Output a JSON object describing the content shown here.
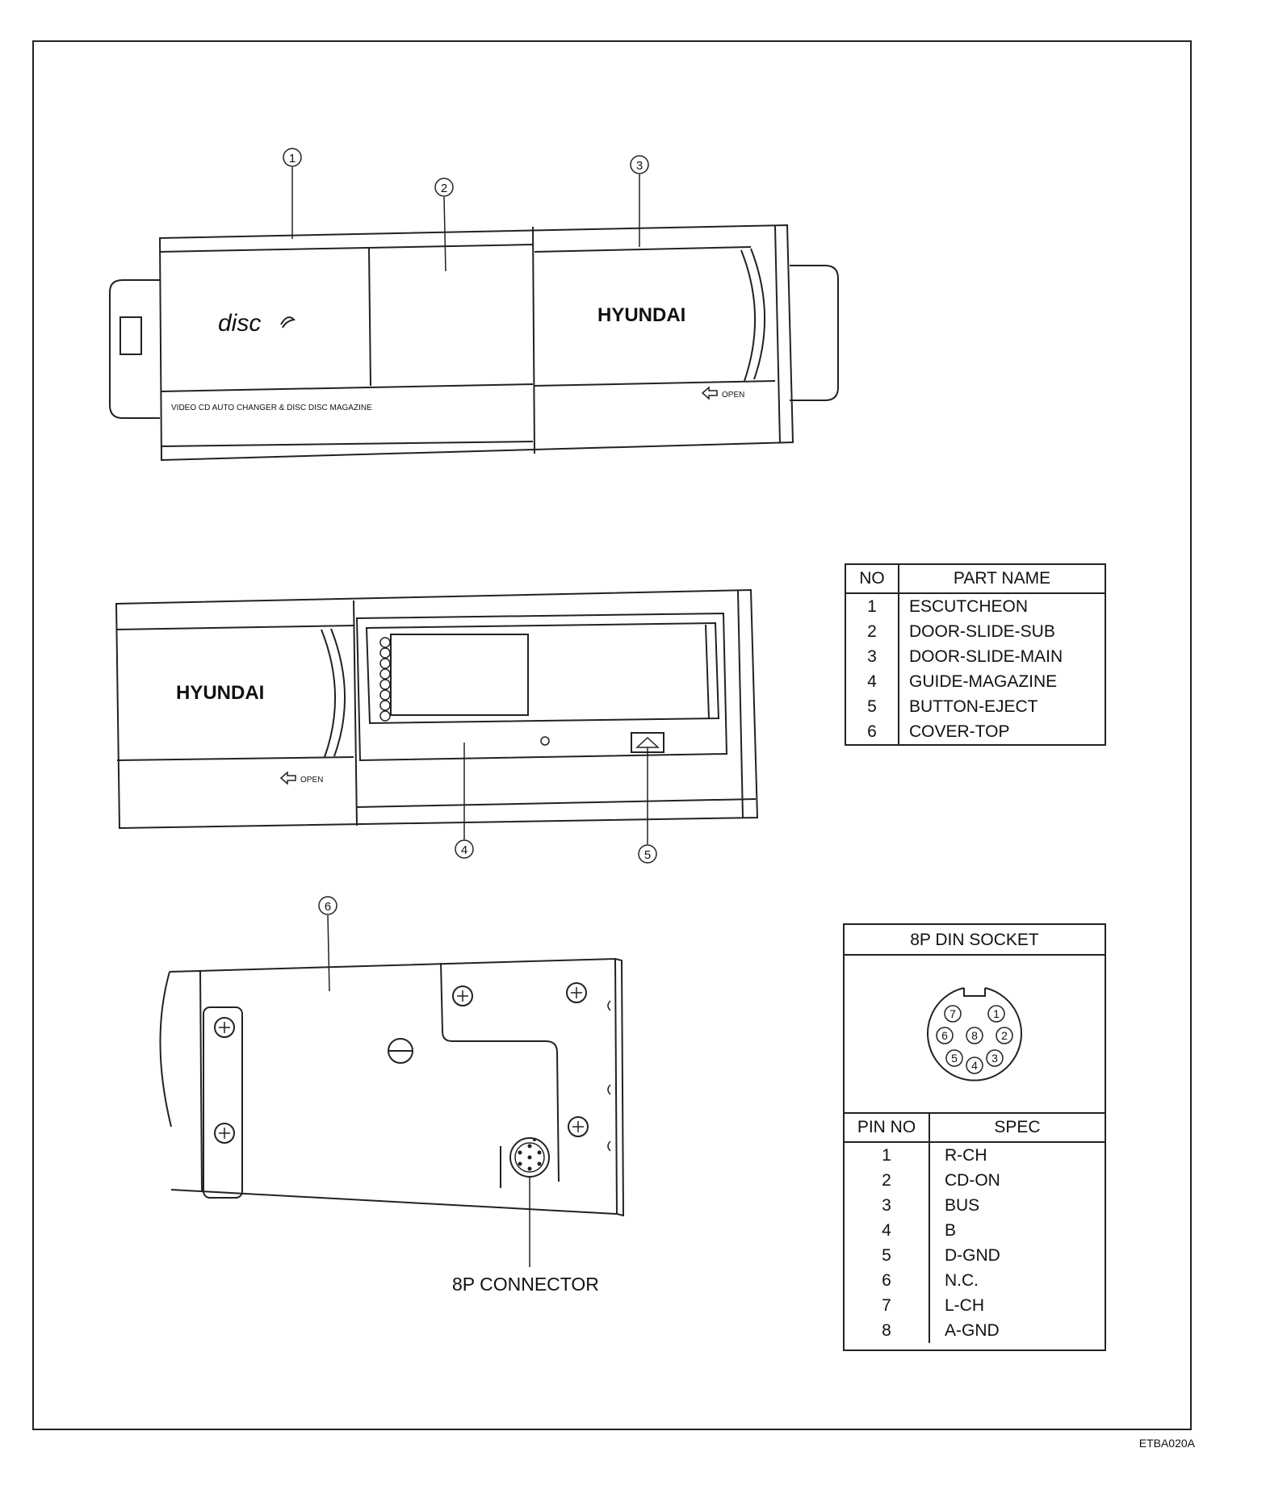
{
  "callouts": [
    "1",
    "2",
    "3",
    "4",
    "5",
    "6"
  ],
  "front_view": {
    "disc_logo": "disc",
    "brand": "HYUNDAI",
    "caption": "VIDEO CD AUTO CHANGER & DISC DISC MAGAZINE",
    "open_label": "OPEN"
  },
  "open_view": {
    "brand": "HYUNDAI",
    "open_label": "OPEN"
  },
  "connector_label": "8P CONNECTOR",
  "parts_table": {
    "headers": {
      "no": "NO",
      "name": "PART NAME"
    },
    "rows": [
      {
        "no": "1",
        "name": "ESCUTCHEON"
      },
      {
        "no": "2",
        "name": "DOOR-SLIDE-SUB"
      },
      {
        "no": "3",
        "name": "DOOR-SLIDE-MAIN"
      },
      {
        "no": "4",
        "name": "GUIDE-MAGAZINE"
      },
      {
        "no": "5",
        "name": "BUTTON-EJECT"
      },
      {
        "no": "6",
        "name": "COVER-TOP"
      }
    ]
  },
  "din_socket": {
    "title": "8P DIN SOCKET",
    "pin_numbers": [
      "1",
      "2",
      "3",
      "4",
      "5",
      "6",
      "7",
      "8"
    ],
    "headers": {
      "pin": "PIN NO",
      "spec": "SPEC"
    },
    "rows": [
      {
        "pin": "1",
        "spec": "R-CH"
      },
      {
        "pin": "2",
        "spec": "CD-ON"
      },
      {
        "pin": "3",
        "spec": "BUS"
      },
      {
        "pin": "4",
        "spec": "B"
      },
      {
        "pin": "5",
        "spec": "D-GND"
      },
      {
        "pin": "6",
        "spec": "N.C."
      },
      {
        "pin": "7",
        "spec": "L-CH"
      },
      {
        "pin": "8",
        "spec": "A-GND"
      }
    ]
  },
  "figure_code": "ETBA020A"
}
